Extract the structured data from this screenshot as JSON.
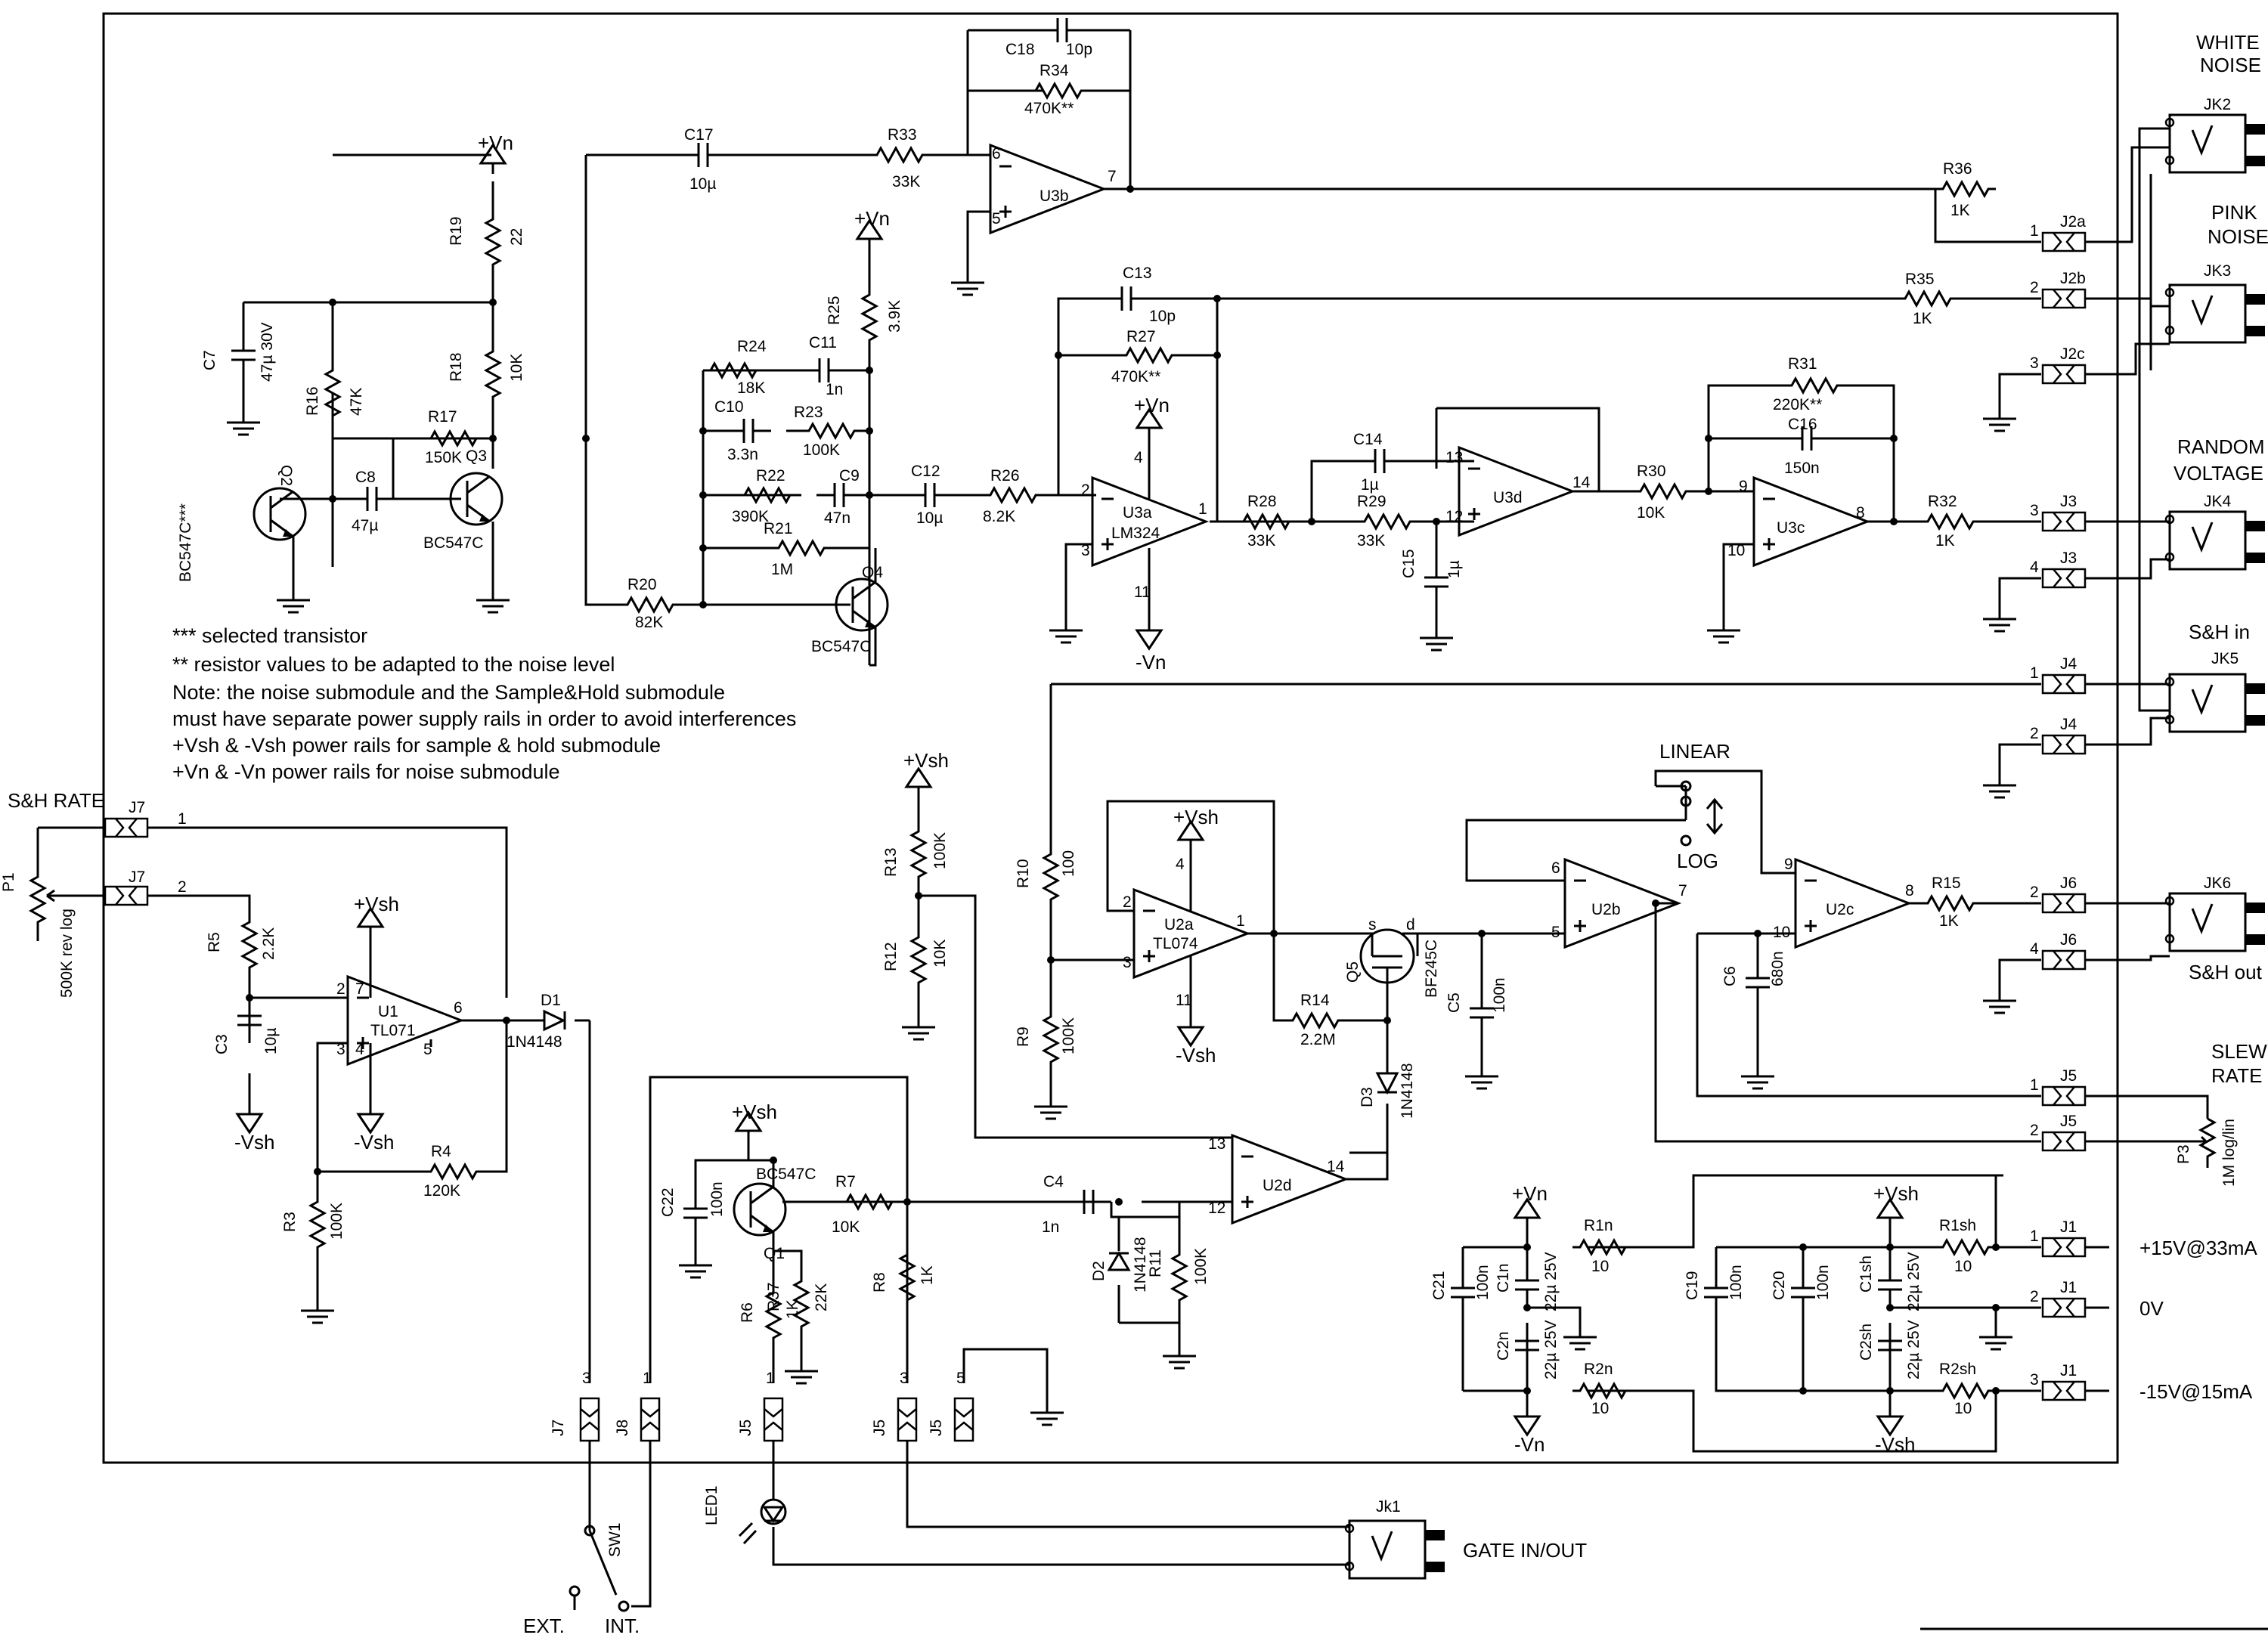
{
  "notes": {
    "selected": "*** selected transistor",
    "resistor": "** resistor values to be adapted to the noise level",
    "note1": "Note: the noise submodule and the Sample&Hold submodule",
    "note2": "must have separate power supply rails in order to avoid interferences",
    "note3": "+Vsh & -Vsh power rails for sample & hold submodule",
    "note4": "+Vn & -Vn power rails for noise submodule"
  },
  "outputs": {
    "white": [
      "WHITE",
      "NOISE"
    ],
    "pink": [
      "PINK",
      "NOISE"
    ],
    "random": [
      "RANDOM",
      "VOLTAGE"
    ],
    "sh_in": "S&H in",
    "sh_out": "S&H out",
    "slew": [
      "SLEW",
      "RATE"
    ],
    "sh_rate": "S&H RATE",
    "gate": "GATE IN/OUT",
    "linear": "LINEAR",
    "log": "LOG",
    "ext": "EXT.",
    "int": "INT.",
    "plus15": "+15V@33mA",
    "zero": "0V",
    "minus15": "-15V@15mA"
  },
  "components": {
    "C18": [
      "C18",
      "10p"
    ],
    "R34": [
      "R34",
      "470K**"
    ],
    "C17": [
      "C17",
      "10µ"
    ],
    "R33": [
      "R33",
      "33K"
    ],
    "U3b": "U3b",
    "R36": [
      "R36",
      "1K"
    ],
    "R35": [
      "R35",
      "1K"
    ],
    "C13": [
      "C13",
      "10p"
    ],
    "R27": [
      "R27",
      "470K**"
    ],
    "U3a": [
      "U3a",
      "LM324"
    ],
    "R25": [
      "R25",
      "3.9K"
    ],
    "R24": [
      "R24",
      "18K"
    ],
    "C11": [
      "C11",
      "1n"
    ],
    "C10": [
      "C10",
      "3.3n"
    ],
    "R23": [
      "R23",
      "100K"
    ],
    "R22": [
      "R22",
      "390K"
    ],
    "C9": [
      "C9",
      "47n"
    ],
    "R21": [
      "R21",
      "1M"
    ],
    "C12": [
      "C12",
      "10µ"
    ],
    "R26": [
      "R26",
      "8.2K"
    ],
    "Q4": [
      "Q4",
      "BC547C"
    ],
    "R20": [
      "R20",
      "82K"
    ],
    "R19": [
      "R19",
      "22"
    ],
    "R18": [
      "R18",
      "10K"
    ],
    "R17": [
      "R17",
      "150K"
    ],
    "R16": [
      "R16",
      "47K"
    ],
    "C7": [
      "C7",
      "47µ 30V"
    ],
    "C8": [
      "C8",
      "47µ"
    ],
    "Q2": [
      "Q2",
      "BC547C***"
    ],
    "Q3": [
      "Q3",
      "BC547C"
    ],
    "R28": [
      "R28",
      "33K"
    ],
    "R29": [
      "R29",
      "33K"
    ],
    "C14": [
      "C14",
      "1µ"
    ],
    "C15": [
      "C15",
      "1µ"
    ],
    "U3d": "U3d",
    "R30": [
      "R30",
      "10K"
    ],
    "R31": [
      "R31",
      "220K**"
    ],
    "C16": [
      "C16",
      "150n"
    ],
    "U3c": "U3c",
    "R32": [
      "R32",
      "1K"
    ],
    "R10": [
      "R10",
      "100"
    ],
    "R9": [
      "R9",
      "100K"
    ],
    "R13": [
      "R13",
      "100K"
    ],
    "R12": [
      "R12",
      "10K"
    ],
    "U2a": [
      "U2a",
      "TL074"
    ],
    "R14": [
      "R14",
      "2.2M"
    ],
    "Q5": [
      "Q5",
      "BF245C"
    ],
    "D3": [
      "D3",
      "1N4148"
    ],
    "C5": [
      "C5",
      "100n"
    ],
    "U2b": "U2b",
    "U2c": "U2c",
    "C6": [
      "C6",
      "680n"
    ],
    "R15": [
      "R15",
      "1K"
    ],
    "P3": [
      "P3",
      "1M log/lin"
    ],
    "P1": [
      "P1",
      "500K rev log"
    ],
    "R5": [
      "R5",
      "2.2K"
    ],
    "C3": [
      "C3",
      "10µ"
    ],
    "U1": [
      "U1",
      "TL071"
    ],
    "D1": [
      "D1",
      "1N4148"
    ],
    "R4": [
      "R4",
      "120K"
    ],
    "R3": [
      "R3",
      "100K"
    ],
    "U2d": "U2d",
    "C4": [
      "C4",
      "1n"
    ],
    "D2": [
      "D2",
      "1N4148"
    ],
    "R11": [
      "R11",
      "100K"
    ],
    "R7": [
      "R7",
      "10K"
    ],
    "Q1": [
      "Q1",
      "BC547C"
    ],
    "C22": [
      "C22",
      "100n"
    ],
    "R37": [
      "R37",
      "22K"
    ],
    "R6": [
      "R6",
      "1K"
    ],
    "R8": [
      "R8",
      "1K"
    ],
    "LED1": "LED1",
    "SW1": "SW1",
    "C21": [
      "C21",
      "100n"
    ],
    "C1n": [
      "C1n",
      "22µ 25V"
    ],
    "C2n": [
      "C2n",
      "22µ 25V"
    ],
    "R1n": [
      "R1n",
      "10"
    ],
    "R2n": [
      "R2n",
      "10"
    ],
    "C19": [
      "C19",
      "100n"
    ],
    "C20": [
      "C20",
      "100n"
    ],
    "C1sh": [
      "C1sh",
      "22µ 25V"
    ],
    "C2sh": [
      "C2sh",
      "22µ 25V"
    ],
    "R1sh": [
      "R1sh",
      "10"
    ],
    "R2sh": [
      "R2sh",
      "10"
    ]
  },
  "connectors": {
    "J2a": [
      "J2a",
      "1"
    ],
    "J2b": [
      "J2b",
      "2"
    ],
    "J2c": [
      "J2c",
      "3"
    ],
    "J3a": [
      "J3",
      "3"
    ],
    "J3b": [
      "J3",
      "4"
    ],
    "J4a": [
      "J4",
      "1"
    ],
    "J4b": [
      "J4",
      "2"
    ],
    "J6a": [
      "J6",
      "2"
    ],
    "J6b": [
      "J6",
      "4"
    ],
    "J5a": [
      "J5",
      "1"
    ],
    "J5b": [
      "J5",
      "2"
    ],
    "J7a": [
      "J7",
      "1"
    ],
    "J7b": [
      "J7",
      "2"
    ],
    "J1a": [
      "J1",
      "1"
    ],
    "J1b": [
      "J1",
      "2"
    ],
    "J1c": [
      "J1",
      "3"
    ],
    "J7c": [
      "J7",
      "3"
    ],
    "J8": [
      "J8",
      "1"
    ],
    "J5c": [
      "J5",
      "1"
    ],
    "J5d": [
      "J5",
      "3"
    ],
    "J5e": [
      "J5",
      "5"
    ]
  },
  "jacks": [
    "JK2",
    "JK3",
    "JK4",
    "JK5",
    "JK6",
    "Jk1"
  ],
  "rails": {
    "vn": "+Vn",
    "mvn": "-Vn",
    "vsh": "+Vsh",
    "mvsh": "-Vsh"
  }
}
